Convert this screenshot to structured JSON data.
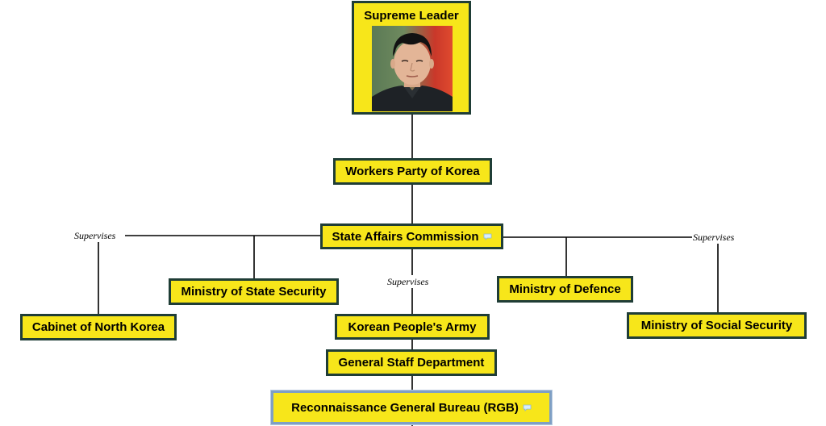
{
  "nodes": {
    "supreme_leader": "Supreme Leader",
    "workers_party": "Workers Party of Korea",
    "state_affairs": "State Affairs Commission",
    "ministry_state_security": "Ministry of State Security",
    "ministry_defence": "Ministry of Defence",
    "cabinet": "Cabinet of North Korea",
    "kpa": "Korean People's Army",
    "ministry_social_security": "Ministry of Social Security",
    "general_staff": "General Staff Department",
    "rgb": "Reconnaissance General Bureau (RGB)"
  },
  "edge_labels": {
    "left": "Supervises",
    "center": "Supervises",
    "right": "Supervises"
  },
  "icons": {
    "comment": "comment-bubble-icon",
    "portrait": "leader-portrait-icon"
  },
  "colors": {
    "box_fill": "#f7e61a",
    "box_border": "#1f3d36",
    "highlight_border": "#7f9fc4"
  }
}
